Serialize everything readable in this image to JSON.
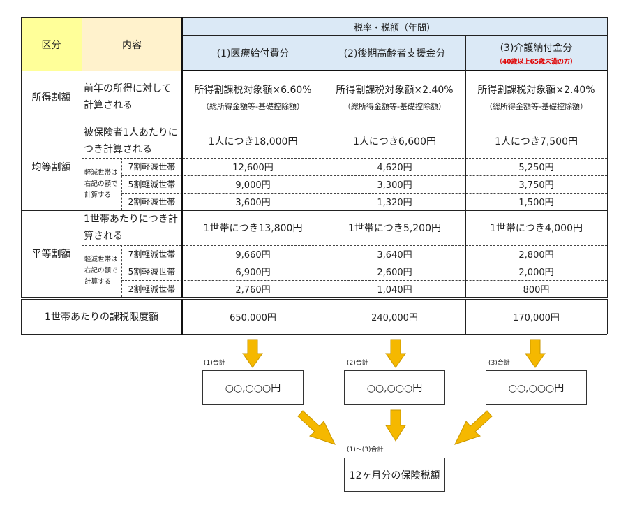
{
  "header": {
    "kubun": "区分",
    "naiyou": "内容",
    "zeiritsu": "税率・税額（年間）",
    "col1": "(1)医療給付費分",
    "col2": "(2)後期高齢者支援金分",
    "col3": "(3)介護納付金分",
    "col3_note": "（40歳以上65歳未満の方）"
  },
  "shotoku": {
    "label": "所得割額",
    "desc": "前年の所得に対して計算される",
    "v1": "所得割課税対象額×6.60%",
    "v2": "所得割課税対象額×2.40%",
    "v3": "所得割課税対象額×2.40%",
    "sub": "（総所得金額等-基礎控除額）"
  },
  "kintou": {
    "label": "均等割額",
    "desc": "被保険者1人あたりにつき計算される",
    "base": [
      "1人につき18,000円",
      "1人につき6,600円",
      "1人につき7,500円"
    ],
    "reduce_note": "軽減世帯は右記の額で計算する",
    "rows": [
      {
        "type": "7割軽減世帯",
        "v": [
          "12,600円",
          "4,620円",
          "5,250円"
        ]
      },
      {
        "type": "5割軽減世帯",
        "v": [
          "9,000円",
          "3,300円",
          "3,750円"
        ]
      },
      {
        "type": "2割軽減世帯",
        "v": [
          "3,600円",
          "1,320円",
          "1,500円"
        ]
      }
    ]
  },
  "heitou": {
    "label": "平等割額",
    "desc": "1世帯あたりにつき計算される",
    "base": [
      "1世帯につき13,800円",
      "1世帯につき5,200円",
      "1世帯につき4,000円"
    ],
    "reduce_note": "軽減世帯は右記の額で計算する",
    "rows": [
      {
        "type": "7割軽減世帯",
        "v": [
          "9,660円",
          "3,640円",
          "2,800円"
        ]
      },
      {
        "type": "5割軽減世帯",
        "v": [
          "6,900円",
          "2,600円",
          "2,000円"
        ]
      },
      {
        "type": "2割軽減世帯",
        "v": [
          "2,760円",
          "1,040円",
          "800円"
        ]
      }
    ]
  },
  "gendo": {
    "label": "1世帯あたりの課税限度額",
    "v": [
      "650,000円",
      "240,000円",
      "170,000円"
    ]
  },
  "flow": {
    "sum1_label": "(1)合計",
    "sum2_label": "(2)合計",
    "sum3_label": "(3)合計",
    "placeholder": "○○,○○○円",
    "total_label": "(1)～(3)合計",
    "total_box": "12ヶ月分の保険税額",
    "arrow_color": "#f5b800"
  }
}
